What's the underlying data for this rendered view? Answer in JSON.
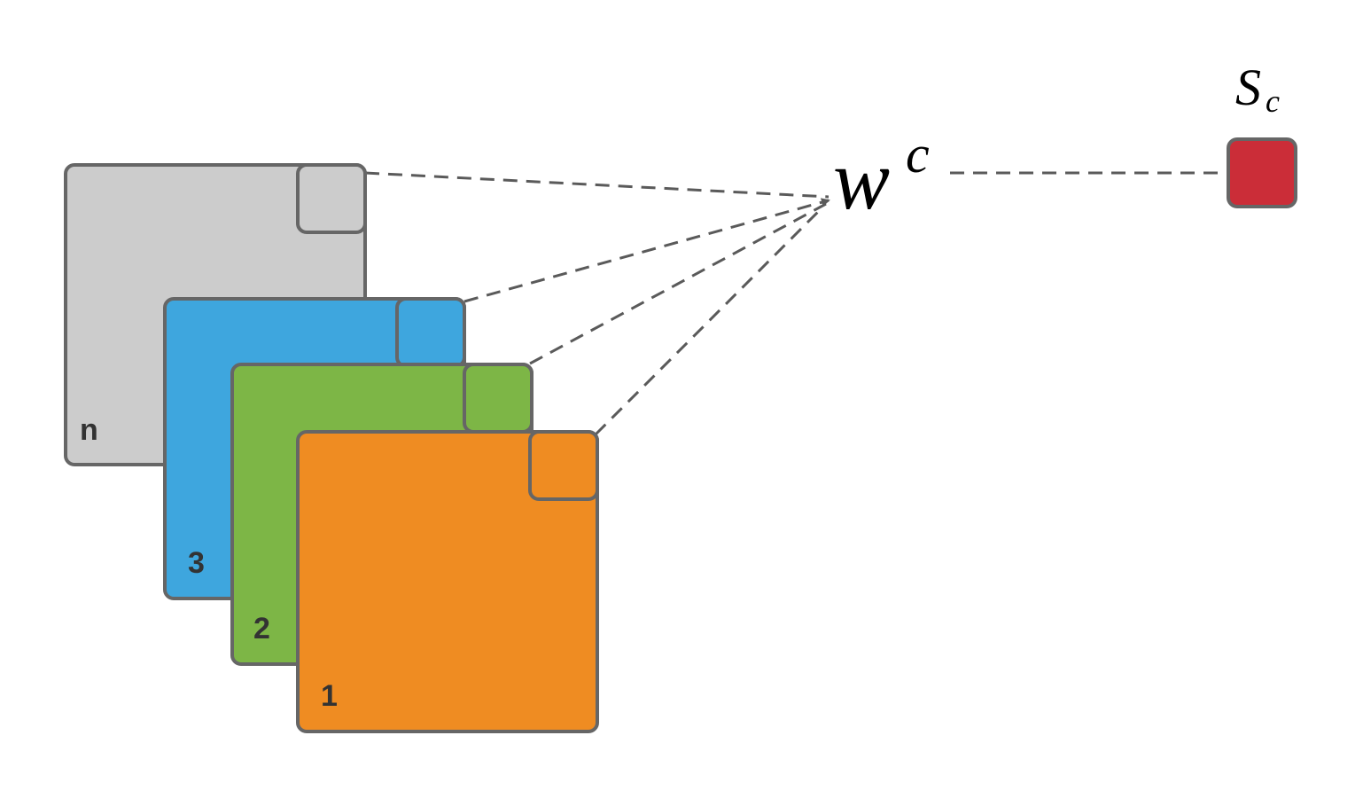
{
  "layers": [
    {
      "label": "n",
      "color": "#cccccc"
    },
    {
      "label": "3",
      "color": "#3ea6de"
    },
    {
      "label": "2",
      "color": "#7db646"
    },
    {
      "label": "1",
      "color": "#ef8c22"
    }
  ],
  "weight": {
    "symbol": "w",
    "superscript": "c"
  },
  "output": {
    "symbol": "S",
    "subscript": "c",
    "color": "#cb2d38"
  },
  "colors": {
    "stroke": "#666666",
    "dash": "#5a5a5a"
  }
}
